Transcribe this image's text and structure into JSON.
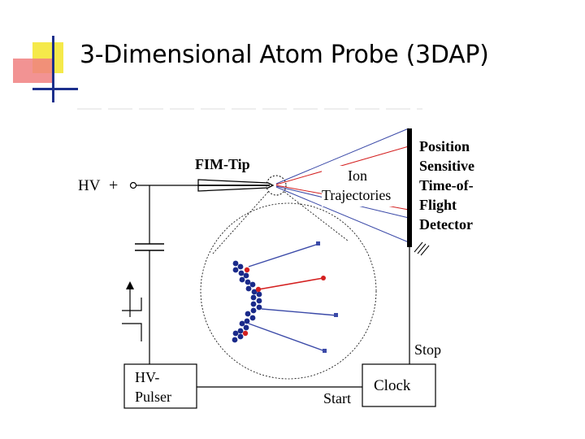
{
  "slide": {
    "title": "3-Dimensional Atom Probe (3DAP)"
  },
  "diagram": {
    "hv_label": "HV",
    "plus_sign": "+",
    "tip_label": "FIM-Tip",
    "ion_label_line1": "Ion",
    "ion_label_line2": "Trajectories",
    "detector_lines": [
      "Position",
      "Sensitive",
      "Time-of-",
      "Flight",
      "Detector"
    ],
    "pulser_line1": "HV-",
    "pulser_line2": "Pulser",
    "clock_label": "Clock",
    "start_label": "Start",
    "stop_label": "Stop"
  },
  "colors": {
    "accent_yellow": "#f5e94a",
    "accent_red": "#f08080",
    "accent_blue": "#1c2f8c",
    "ion_blue": "#3b4aa8",
    "ion_red": "#d42020",
    "atom_blue": "#1a2a8a"
  }
}
